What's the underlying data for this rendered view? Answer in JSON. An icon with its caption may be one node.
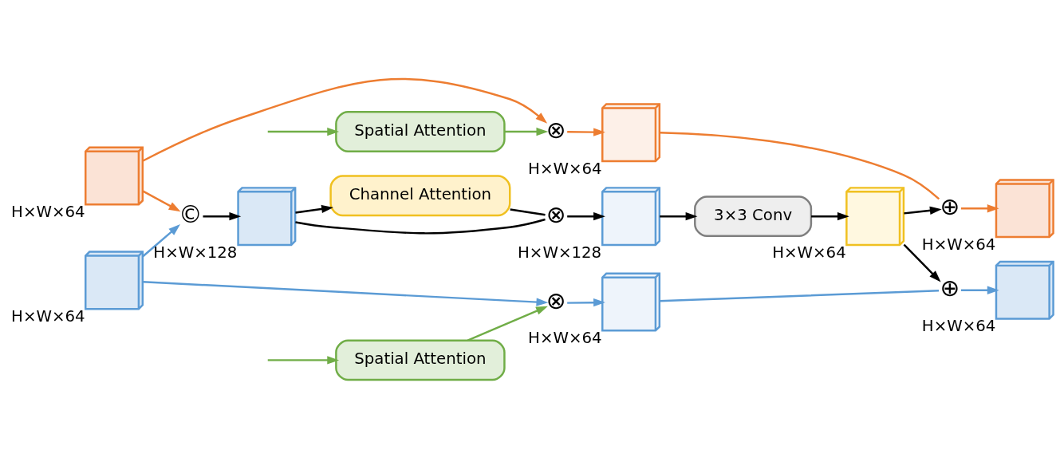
{
  "diagram": {
    "nodes": [
      {
        "text": [],
        "shape": "cube",
        "beside": [
          "H×W×64"
        ]
      },
      {
        "text": [],
        "shape": "cube",
        "beside": [
          "H×W×64"
        ]
      },
      {
        "text": [
          "©"
        ]
      },
      {
        "text": [],
        "shape": "cube",
        "beside": [
          "H×W×128"
        ]
      },
      {
        "text": [
          "Channel Attention"
        ]
      },
      {
        "text": [
          "⊗"
        ]
      },
      {
        "text": [],
        "shape": "cube",
        "beside": [
          "H×W×128"
        ]
      },
      {
        "text": [
          "3×3 Conv"
        ]
      },
      {
        "text": [],
        "shape": "cube",
        "beside": [
          "H×W×64"
        ]
      },
      {
        "text": [
          "Spatial Attention"
        ]
      },
      {
        "text": [
          "⊗"
        ]
      },
      {
        "text": [],
        "shape": "cube",
        "beside": [
          "H×W×64"
        ]
      },
      {
        "text": [
          "⊕"
        ]
      },
      {
        "text": [],
        "shape": "cube",
        "beside": [
          "H×W×64"
        ]
      },
      {
        "text": [
          "Spatial Attention"
        ]
      },
      {
        "text": [
          "⊗"
        ]
      },
      {
        "text": [],
        "shape": "cube",
        "beside": [
          "H×W×64"
        ]
      },
      {
        "text": [
          "⊕"
        ]
      },
      {
        "text": [],
        "shape": "cube",
        "beside": [
          "H×W×64"
        ]
      }
    ],
    "edges": [
      {
        "from": 0,
        "to": 2,
        "arrow": "to",
        "color": "#ed7d31"
      },
      {
        "from": 1,
        "to": 2,
        "arrow": "to",
        "color": "#5b9bd5"
      },
      {
        "from": 0,
        "to": 10,
        "arrow": "to",
        "color": "#ed7d31"
      },
      {
        "from": 1,
        "to": 15,
        "arrow": "to",
        "color": "#5b9bd5"
      },
      {
        "from": 2,
        "to": 3,
        "arrow": "to"
      },
      {
        "from": 3,
        "to": 4,
        "arrow": "to"
      },
      {
        "from": 4,
        "to": 5,
        "arrow": "none"
      },
      {
        "from": 3,
        "to": 5,
        "arrow": "none"
      },
      {
        "from": 5,
        "to": 6,
        "arrow": "to"
      },
      {
        "from": 6,
        "to": 7,
        "arrow": "to"
      },
      {
        "from": 7,
        "to": 8,
        "arrow": "to"
      },
      {
        "from": 8,
        "to": 12,
        "arrow": "to"
      },
      {
        "from": 8,
        "to": 17,
        "arrow": "to"
      },
      {
        "from": null,
        "to": 9,
        "arrow": "to",
        "color": "#70ad47"
      },
      {
        "from": 9,
        "to": 10,
        "arrow": "to",
        "color": "#70ad47"
      },
      {
        "from": 10,
        "to": 11,
        "arrow": "to",
        "color": "#ed7d31"
      },
      {
        "from": 11,
        "to": 12,
        "arrow": "none",
        "color": "#ed7d31"
      },
      {
        "from": 12,
        "to": 13,
        "arrow": "to",
        "color": "#ed7d31"
      },
      {
        "from": null,
        "to": 14,
        "arrow": "to",
        "color": "#70ad47"
      },
      {
        "from": 14,
        "to": 15,
        "arrow": "to",
        "color": "#70ad47"
      },
      {
        "from": 15,
        "to": 16,
        "arrow": "to",
        "color": "#5b9bd5"
      },
      {
        "from": 16,
        "to": 17,
        "arrow": "none",
        "color": "#5b9bd5"
      },
      {
        "from": 17,
        "to": 18,
        "arrow": "to",
        "color": "#5b9bd5"
      }
    ]
  }
}
